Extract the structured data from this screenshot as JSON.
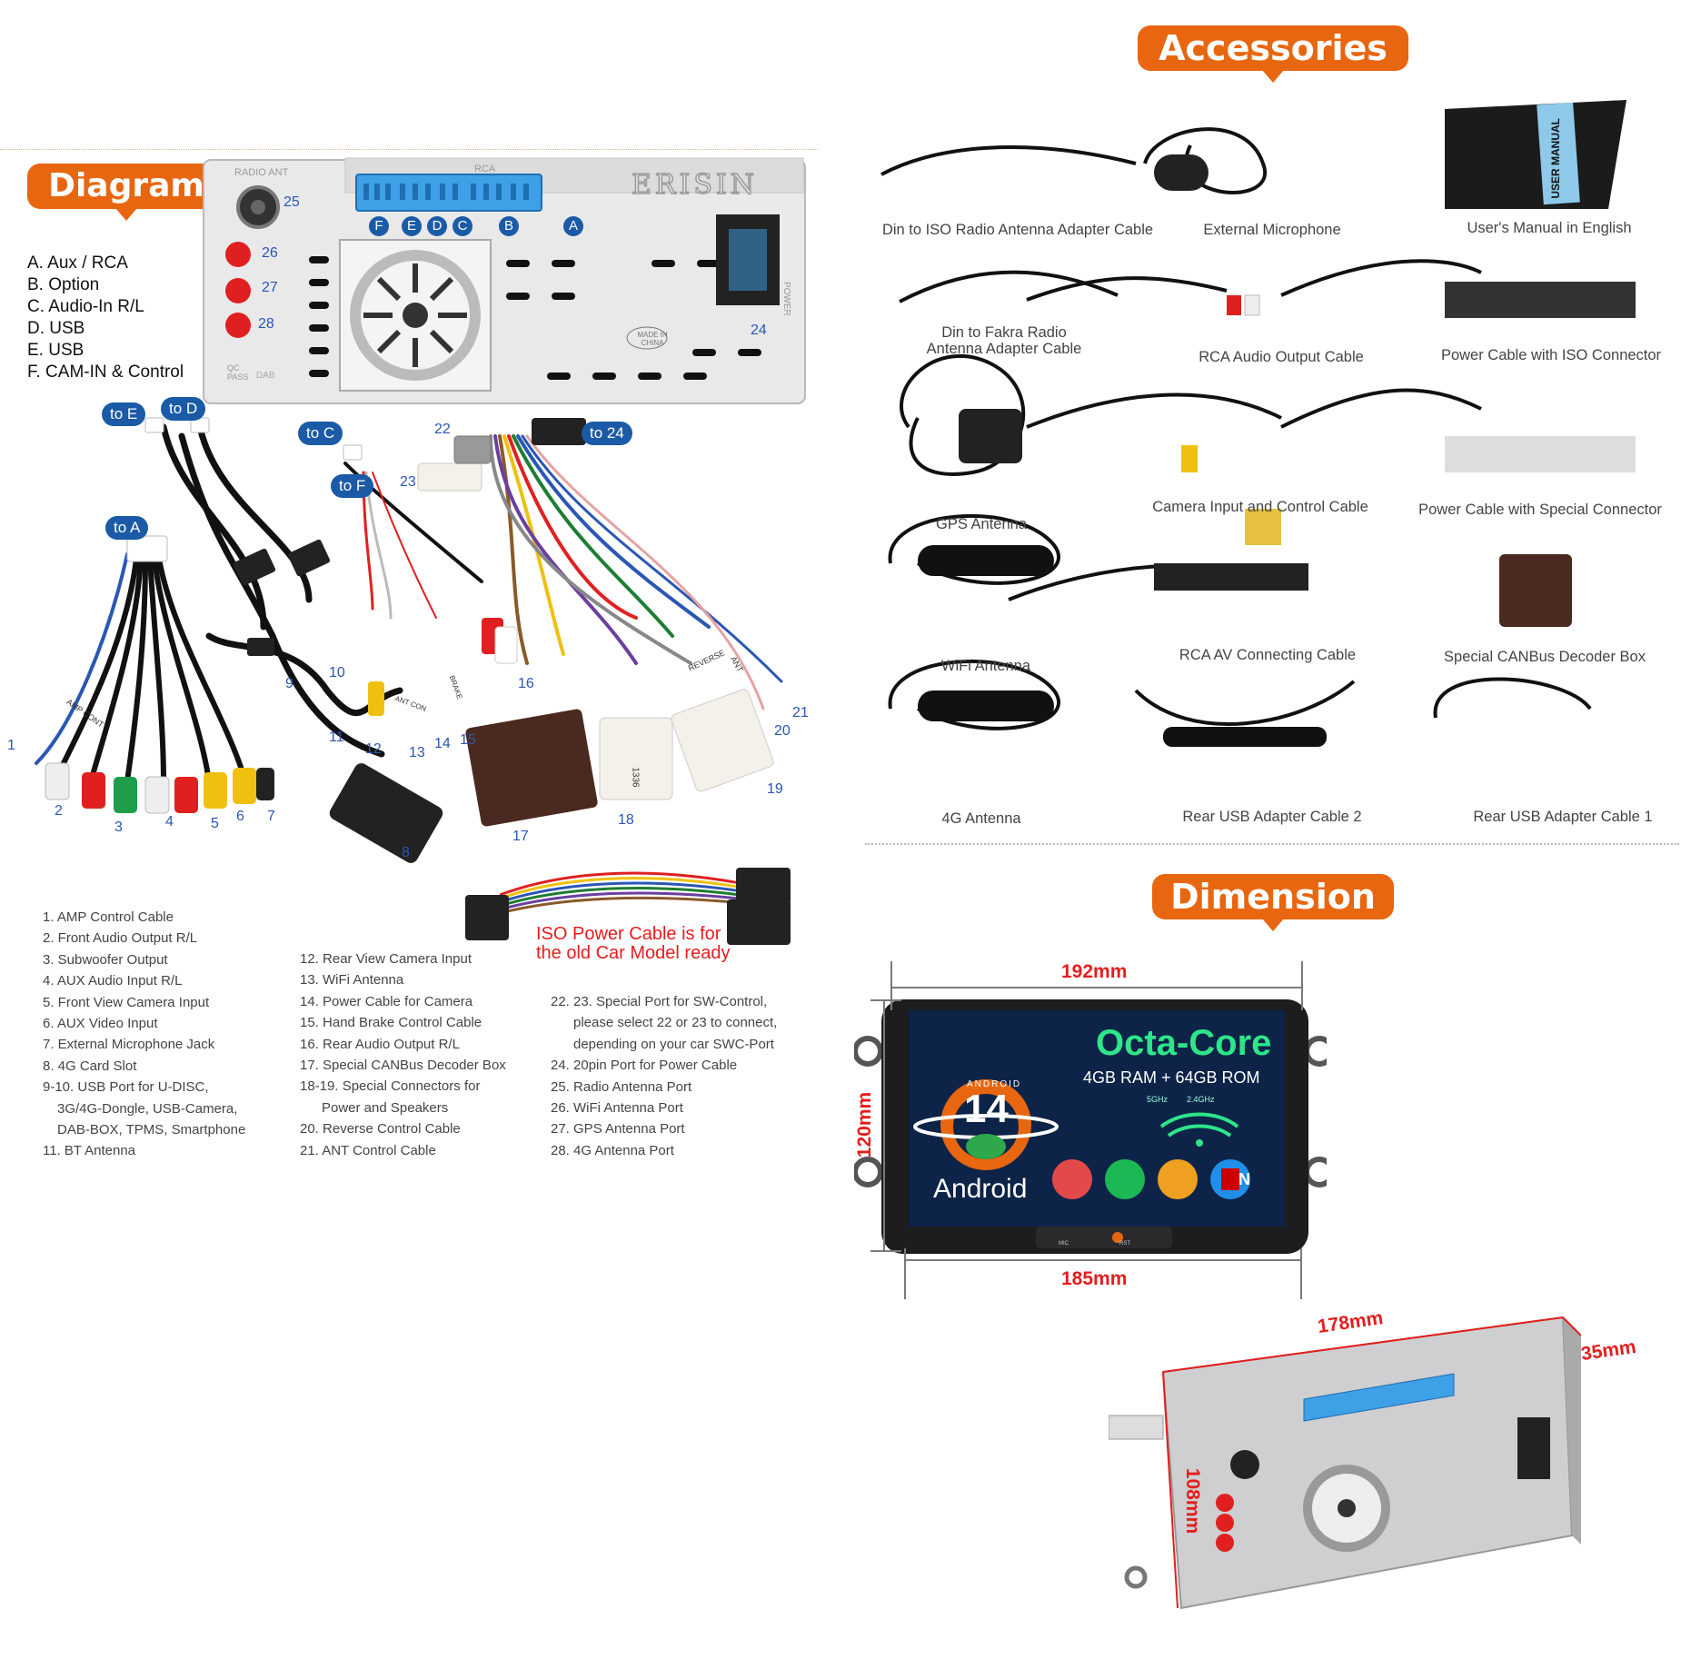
{
  "banners": {
    "diagram": "Diagram",
    "accessories": "Accessories",
    "dimension": "Dimension"
  },
  "legend": [
    "A. Aux / RCA",
    "B. Option",
    "C. Audio-In R/L",
    "D. USB",
    "E. USB",
    "F. CAM-IN & Control"
  ],
  "unit_back": {
    "brand": "ERISIN",
    "radio_ant": "RADIO ANT",
    "rca": "RCA",
    "power": "POWER",
    "made_in": "MADE IN CHINA",
    "qc": "QC PASS",
    "dab": "DAB",
    "port_letters": [
      "F",
      "E",
      "D",
      "C",
      "B",
      "A"
    ],
    "port_numbers": [
      "25",
      "26",
      "27",
      "28",
      "24"
    ]
  },
  "cable_tags": [
    "to E",
    "to D",
    "to C",
    "to 24",
    "to F",
    "to A"
  ],
  "cable_numbers": [
    "22",
    "23",
    "9",
    "10",
    "11",
    "12",
    "13",
    "14",
    "15",
    "16",
    "21",
    "20",
    "19",
    "18",
    "17",
    "8",
    "1",
    "2",
    "3",
    "4",
    "5",
    "6",
    "7"
  ],
  "cable_labels": {
    "amp": "AMP CONT",
    "reverse": "REVERSE",
    "ant": "ANT",
    "brake": "BRAKE",
    "ant_con": "ANT CON",
    "part_no": "1336"
  },
  "iso_note": [
    "ISO Power Cable is for",
    "the old Car Model ready"
  ],
  "port_list_col1": [
    "1. AMP Control Cable",
    "2. Front Audio Output R/L",
    "3. Subwoofer Output",
    "4. AUX Audio Input R/L",
    "5. Front View Camera Input",
    "6. AUX Video Input",
    "7. External Microphone Jack",
    "8. 4G Card Slot",
    "9-10. USB Port for U-DISC,",
    "3G/4G-Dongle, USB-Camera,",
    "DAB-BOX, TPMS, Smartphone",
    "11. BT Antenna"
  ],
  "port_list_col2": [
    "12. Rear View Camera Input",
    "13. WiFi Antenna",
    "14. Power Cable for Camera",
    "15. Hand Brake Control Cable",
    "16. Rear Audio Output R/L",
    "17. Special CANBus Decoder Box",
    "18-19. Special Connectors for",
    "Power and Speakers",
    "20. Reverse Control Cable",
    "21. ANT Control Cable"
  ],
  "port_list_col3": [
    "22. 23. Special Port for SW-Control,",
    "please select 22 or 23 to connect,",
    "depending on your car SWC-Port",
    "24. 20pin Port for Power Cable",
    "25. Radio Antenna Port",
    "26. WiFi Antenna Port",
    "27. GPS Antenna Port",
    "28. 4G Antenna Port"
  ],
  "accessories": [
    "Din to ISO Radio Antenna Adapter Cable",
    "External Microphone",
    "User's Manual in English",
    "Din to Fakra Radio",
    "Antenna Adapter Cable",
    "RCA Audio Output Cable",
    "Power Cable with ISO Connector",
    "GPS Antenna",
    "Camera Input and Control Cable",
    "Power Cable with Special Connector",
    "WiFi Antenna",
    "RCA AV Connecting Cable",
    "Special CANBus Decoder Box",
    "4G Antenna",
    "Rear USB Adapter Cable 2",
    "Rear USB Adapter Cable 1"
  ],
  "manual_cover_text": "USER MANUAL",
  "dimension": {
    "width_top": "192mm",
    "height_left": "120mm",
    "width_bottom": "185mm",
    "back_width": "178mm",
    "back_depth": "35mm",
    "back_height": "108mm"
  },
  "screen": {
    "headline": "Octa-Core",
    "memory": "4GB RAM + 64GB ROM",
    "wifi_5g": "5GHz",
    "wifi_24g": "2.4GHz",
    "android_label": "ANDROID",
    "android_version": "14",
    "android_word": "Android",
    "mic": "MIC",
    "rst": "RST",
    "netflix": "N"
  },
  "colors": {
    "banner": "#e8660f",
    "tag": "#1a5aa6",
    "port_blue": "#2a56b5",
    "dim_red": "#e41d1d",
    "port_connector": "#3ea0e6",
    "headline_green": "#2ee58a"
  }
}
